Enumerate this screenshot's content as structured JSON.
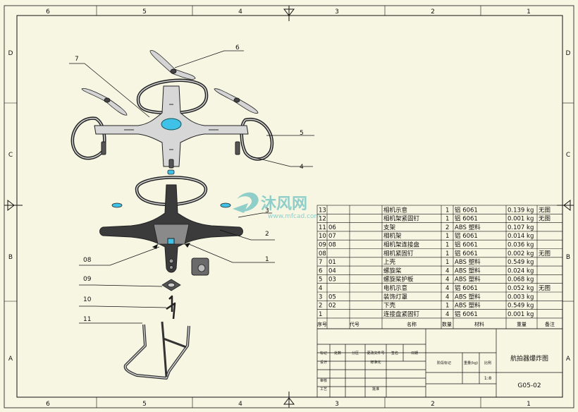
{
  "sheet": {
    "colors": {
      "paper": "#f7f6e3",
      "line": "#111111",
      "part_fill": "#c4c4c4",
      "part_dark": "#3c3c3c",
      "accent": "#3fc1e8",
      "watermark": "#7fc8c6"
    },
    "top_zones": [
      "6",
      "5",
      "4",
      "3",
      "2",
      "1"
    ],
    "bottom_zones": [
      "6",
      "5",
      "4",
      "3",
      "2",
      "1"
    ],
    "left_zones": [
      "D",
      "C",
      "B",
      "A"
    ],
    "right_zones": [
      "D",
      "C",
      "B",
      "A"
    ]
  },
  "watermark": {
    "brand": "沐风网",
    "url": "www.mfcad.com"
  },
  "callouts": [
    "6",
    "7",
    "5",
    "4",
    "3",
    "2",
    "1",
    "08",
    "09",
    "10",
    "11"
  ],
  "bom": {
    "rows": [
      [
        "13",
        "",
        "相机示意",
        "1",
        "铝 6061",
        "0.139 kg",
        "无图"
      ],
      [
        "12",
        "",
        "相机架紧固钉",
        "1",
        "铝 6061",
        "0.001 kg",
        "无图"
      ],
      [
        "11",
        "06",
        "支架",
        "2",
        "ABS 塑料",
        "0.107 kg",
        ""
      ],
      [
        "10",
        "07",
        "相机架",
        "1",
        "铝 6061",
        "0.014 kg",
        ""
      ],
      [
        "09",
        "08",
        "相机架连接盘",
        "1",
        "铝 6061",
        "0.036 kg",
        ""
      ],
      [
        "08",
        "",
        "相机紧固钉",
        "1",
        "铝 6061",
        "0.002 kg",
        "无图"
      ],
      [
        "7",
        "01",
        "上壳",
        "1",
        "ABS 塑料",
        "0.549 kg",
        ""
      ],
      [
        "6",
        "04",
        "螺旋桨",
        "4",
        "ABS 塑料",
        "0.024 kg",
        ""
      ],
      [
        "5",
        "03",
        "螺旋桨护板",
        "4",
        "ABS 塑料",
        "0.068 kg",
        ""
      ],
      [
        "4",
        "",
        "电机示意",
        "4",
        "铝 6061",
        "0.052 kg",
        "无图"
      ],
      [
        "3",
        "05",
        "装饰灯罩",
        "4",
        "ABS 塑料",
        "0.003 kg",
        ""
      ],
      [
        "2",
        "02",
        "下壳",
        "1",
        "ABS 塑料",
        "0.549 kg",
        ""
      ],
      [
        "1",
        "",
        "连接盘紧固钉",
        "4",
        "铝 6061",
        "0.001 kg",
        ""
      ]
    ],
    "header": [
      "序号",
      "代号",
      "名称",
      "数量",
      "材料",
      "重量",
      "备注"
    ]
  },
  "title_block": {
    "row_labels": [
      "标记",
      "处数",
      "分区",
      "更改文件号",
      "签名",
      "日期"
    ],
    "side_labels": [
      "设计",
      "审核",
      "工艺"
    ],
    "std_label": "标准化",
    "approve_label": "批准",
    "stage_label": "阶段标记",
    "weight_label": "重量(kg)",
    "scale_label": "比例",
    "scale_value": "1:8",
    "title": "航拍器爆炸图",
    "drawing_no": "G05-02"
  }
}
